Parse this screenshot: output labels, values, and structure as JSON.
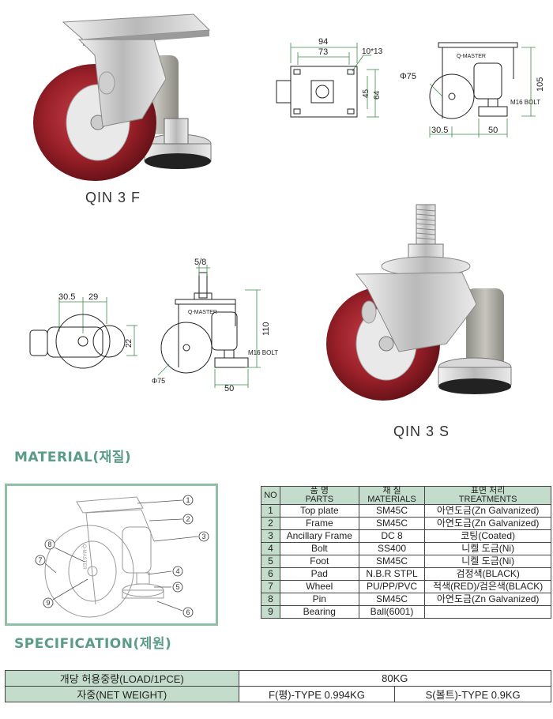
{
  "products": {
    "f_caption": "QIN 3 F",
    "s_caption": "QIN 3 S"
  },
  "wheel_brand": "Q-MASTER",
  "drawing_f_top": {
    "w_outer": "94",
    "w_inner": "73",
    "hole": "10*13",
    "h_inner": "45",
    "h_outer": "64"
  },
  "drawing_f_side": {
    "wheel_dia": "Φ75",
    "height": "105",
    "bolt": "M16 BOLT",
    "offset": "30.5",
    "foot": "50"
  },
  "drawing_s_top": {
    "offset_a": "30.5",
    "offset_b": "29",
    "width": "22"
  },
  "drawing_s_side": {
    "thread": "5/8",
    "height": "110",
    "bolt": "M16 BOLT",
    "wheel_dia": "Φ75",
    "foot": "50"
  },
  "material": {
    "title": "MATERIAL(재질)",
    "headers": {
      "no": "NO",
      "parts_ko": "품 명",
      "parts_en": "PARTS",
      "materials_ko": "재 질",
      "materials_en": "MATERIALS",
      "treatments_ko": "표면 처리",
      "treatments_en": "TREATMENTS"
    },
    "rows": [
      {
        "no": "1",
        "part": "Top plate",
        "material": "SM45C",
        "treatment": "아연도금(Zn Galvanized)"
      },
      {
        "no": "2",
        "part": "Frame",
        "material": "SM45C",
        "treatment": "아연도금(Zn Galvanized)"
      },
      {
        "no": "3",
        "part": "Ancillary Frame",
        "material": "DC 8",
        "treatment": "코팅(Coated)"
      },
      {
        "no": "4",
        "part": "Bolt",
        "material": "SS400",
        "treatment": "니켈 도금(Ni)"
      },
      {
        "no": "5",
        "part": "Foot",
        "material": "SM45C",
        "treatment": "니켈 도금(Ni)"
      },
      {
        "no": "6",
        "part": "Pad",
        "material": "N.B.R STPL",
        "treatment": "검정색(BLACK)"
      },
      {
        "no": "7",
        "part": "Wheel",
        "material": "PU/PP/PVC",
        "treatment": "적색(RED)/검은색(BLACK)"
      },
      {
        "no": "8",
        "part": "Pin",
        "material": "SM45C",
        "treatment": "아연도금(Zn Galvanized)"
      },
      {
        "no": "9",
        "part": "Bearing",
        "material": "Ball(6001)",
        "treatment": ""
      }
    ]
  },
  "diagram_labels": [
    "1",
    "2",
    "3",
    "4",
    "5",
    "6",
    "7",
    "8",
    "9"
  ],
  "specification": {
    "title": "SPECIFICATION(제원)",
    "load_label": "개당 허용중량(LOAD/1PCE)",
    "load_value": "80KG",
    "weight_label": "자중(NET WEIGHT)",
    "weight_f": "F(평)-TYPE  0.994KG",
    "weight_s": "S(볼트)-TYPE  0.9KG"
  },
  "colors": {
    "accent_green": "#5a9c86",
    "table_head": "#c4dccb",
    "wheel_red": "#8e1d24",
    "dim_green": "#3c8a4a"
  }
}
